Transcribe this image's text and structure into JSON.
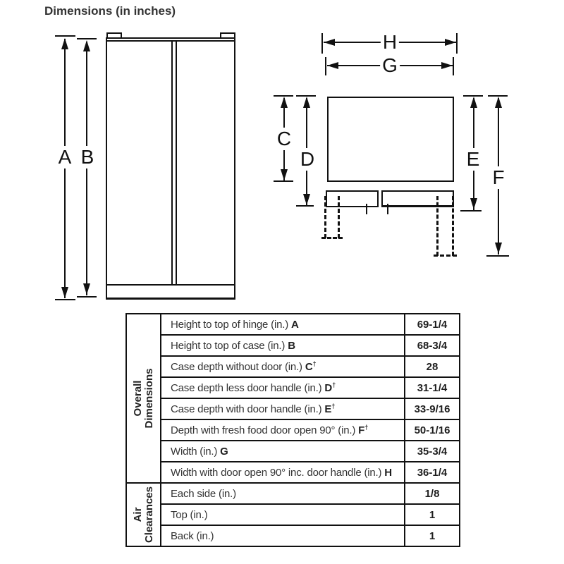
{
  "title": "Dimensions (in inches)",
  "diagram": {
    "front": {
      "a": "A",
      "b": "B"
    },
    "top": {
      "c": "C",
      "d": "D",
      "e": "E",
      "f": "F",
      "g": "G",
      "h": "H"
    }
  },
  "table": {
    "sections": [
      {
        "label_line1": "Overall",
        "label_line2": "Dimensions"
      },
      {
        "label_line1": "Air",
        "label_line2": "Clearances"
      }
    ],
    "rows": [
      {
        "label": "Height to top of hinge (in.)",
        "letter": "A",
        "dagger": "",
        "value": "69-1/4"
      },
      {
        "label": "Height to top of case (in.)",
        "letter": "B",
        "dagger": "",
        "value": "68-3/4"
      },
      {
        "label": "Case depth without door (in.)",
        "letter": "C",
        "dagger": "†",
        "value": "28"
      },
      {
        "label": "Case depth less door handle (in.)",
        "letter": "D",
        "dagger": "†",
        "value": "31-1/4"
      },
      {
        "label": "Case depth with door handle (in.)",
        "letter": "E",
        "dagger": "†",
        "value": "33-9/16"
      },
      {
        "label": "Depth with fresh food door open 90° (in.)",
        "letter": "F",
        "dagger": "†",
        "value": "50-1/16"
      },
      {
        "label": "Width (in.)",
        "letter": "G",
        "dagger": "",
        "value": "35-3/4"
      },
      {
        "label": "Width with door open 90° inc. door handle (in.)",
        "letter": "H",
        "dagger": "",
        "value": "36-1/4"
      },
      {
        "label": "Each side (in.)",
        "letter": "",
        "dagger": "",
        "value": "1/8"
      },
      {
        "label": "Top (in.)",
        "letter": "",
        "dagger": "",
        "value": "1"
      },
      {
        "label": "Back (in.)",
        "letter": "",
        "dagger": "",
        "value": "1"
      }
    ]
  }
}
